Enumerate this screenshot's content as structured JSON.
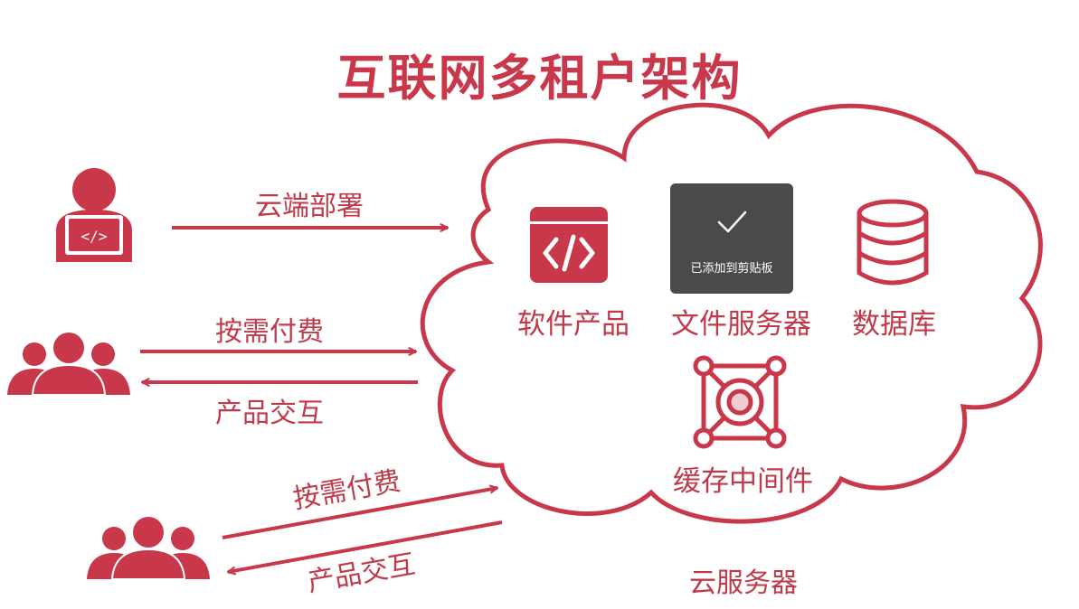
{
  "title": "互联网多租户架构",
  "cloud_label": "云服务器",
  "top_user": {
    "arrow_label": "云端部署"
  },
  "middle_group": {
    "pay_label": "按需付费",
    "interact_label": "产品交互"
  },
  "bottom_group": {
    "pay_label": "按需付费",
    "interact_label": "产品交互"
  },
  "components": {
    "software": "软件产品",
    "file_server": "文件服务器",
    "database": "数据库",
    "cache": "缓存中间件"
  },
  "toast": {
    "text": "已添加到剪贴板"
  },
  "colors": {
    "accent": "#c8384a",
    "toast_bg": "#4a4a4a"
  }
}
